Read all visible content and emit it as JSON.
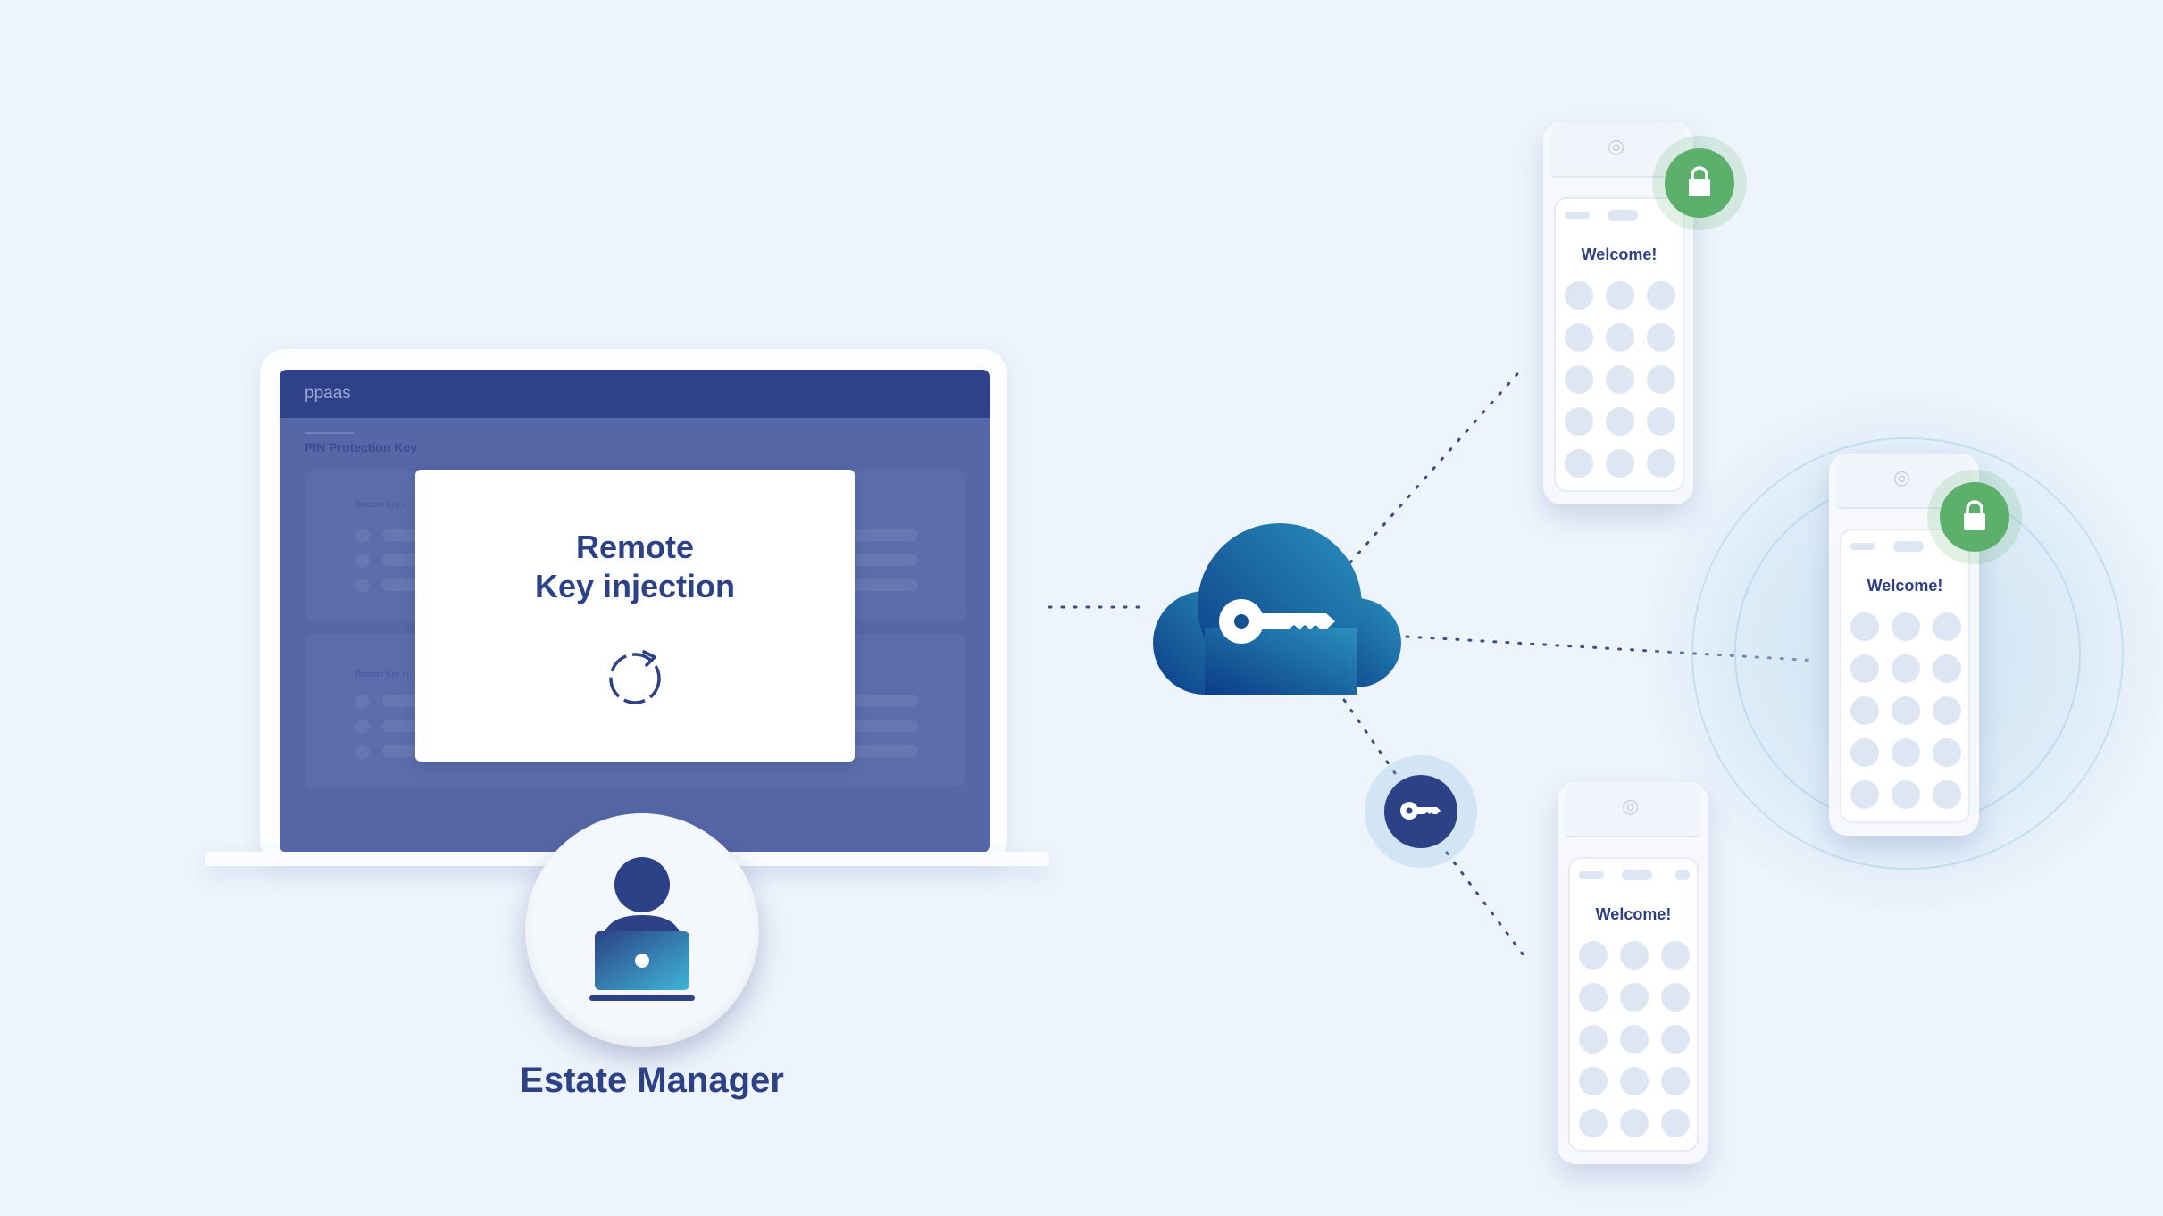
{
  "app": {
    "logo_text": "ppaas",
    "page_heading": "PIN Protection Key",
    "panel1_label": "Remote Key I",
    "panel2_label": "Remote Key In"
  },
  "modal": {
    "title_line1": "Remote",
    "title_line2": "Key injection",
    "icon": "refresh-icon"
  },
  "estate_manager": {
    "label": "Estate Manager",
    "icon": "user-laptop-icon"
  },
  "cloud": {
    "icon": "key-icon"
  },
  "in_transit": {
    "icon": "key-icon"
  },
  "terminals": [
    {
      "welcome": "Welcome!",
      "status_icon": "lock-icon",
      "status_color": "#5db06c"
    },
    {
      "welcome": "Welcome!",
      "status_icon": "lock-icon",
      "status_color": "#5db06c"
    },
    {
      "welcome": "Welcome!"
    }
  ],
  "colors": {
    "brand_navy": "#2c4186",
    "cloud_dark": "#0b3c85",
    "cloud_light": "#2486b7",
    "lock_green": "#5db06c",
    "background": "#edf4fc"
  }
}
